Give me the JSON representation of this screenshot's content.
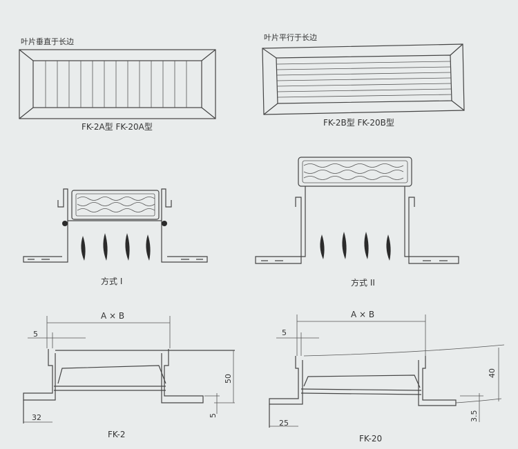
{
  "top": {
    "left_note": "叶片垂直于长边",
    "right_note": "叶片平行于长边",
    "left_caption": "FK-2A型 FK-20A型",
    "right_caption": "FK-2B型 FK-20B型"
  },
  "middle": {
    "left_caption": "方式 I",
    "right_caption": "方式 II"
  },
  "bottom": {
    "left": {
      "dim_ab": "A × B",
      "dim_5_top": "5",
      "dim_50": "50",
      "dim_5_side": "5",
      "dim_base": "32",
      "caption": "FK-2"
    },
    "right": {
      "dim_ab": "A × B",
      "dim_5_top": "5",
      "dim_40": "40",
      "dim_35": "3.5",
      "dim_base": "25",
      "caption": "FK-20"
    }
  }
}
